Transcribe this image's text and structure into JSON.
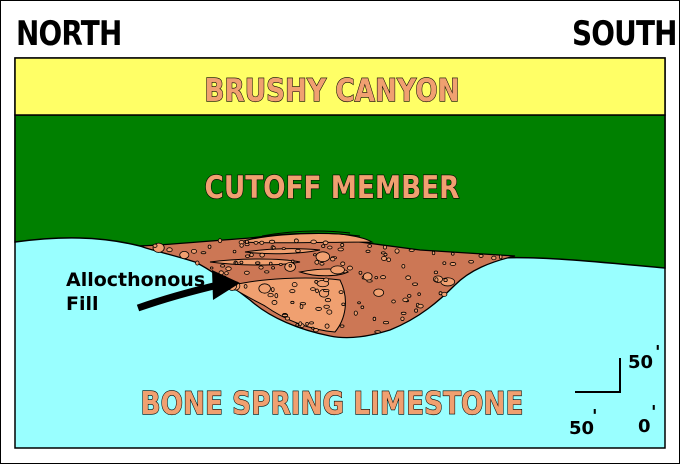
{
  "directions": {
    "left": "NORTH",
    "right": "SOUTH"
  },
  "layers": [
    {
      "id": "brushy",
      "label": "BRUSHY CANYON",
      "color": "#ffff66"
    },
    {
      "id": "cutoff",
      "label": "CUTOFF  MEMBER",
      "color": "#008000"
    },
    {
      "id": "bone",
      "label": "BONE SPRING LIMESTONE",
      "color": "#99ffff"
    }
  ],
  "fill": {
    "label_line1": "Allocthonous",
    "label_line2": "Fill",
    "color": "#cc7755",
    "lens_color": "#f0a070"
  },
  "scale": {
    "vertical": "50",
    "horizontal": "50",
    "origin": "0",
    "prime": "'"
  }
}
